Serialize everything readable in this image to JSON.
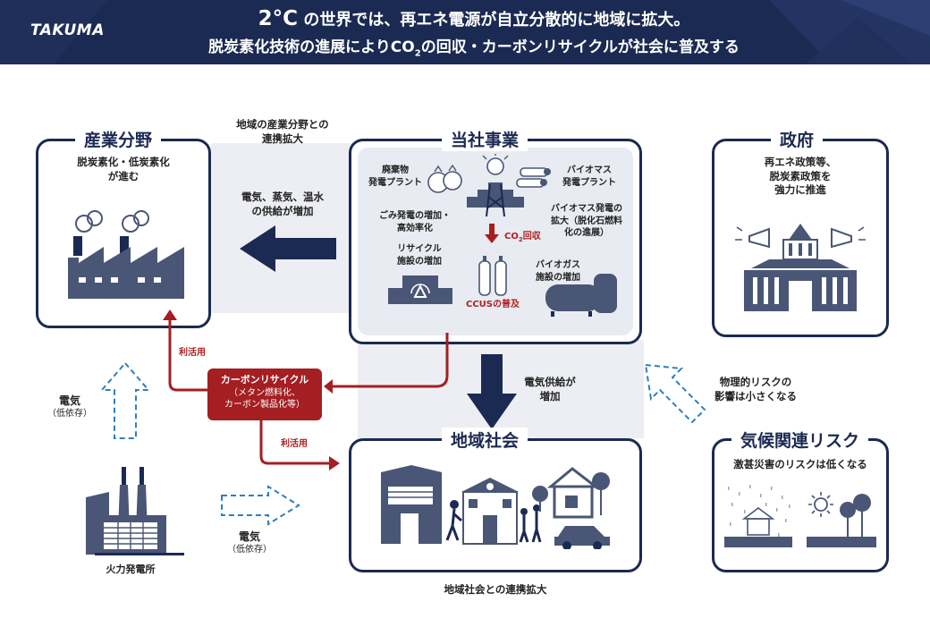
{
  "header": {
    "logo": "TAKUMA",
    "title_big": "2°C",
    "title_rest": " の世界では、再エネ電源が自立分散的に地域に拡大。",
    "subtitle_a": "脱炭素化技術の進展によりCO",
    "subtitle_sub": "2",
    "subtitle_b": "の回収・カーボンリサイクルが社会に普及する"
  },
  "industry": {
    "title": "産業分野",
    "desc_1": "脱炭素化・低炭素化",
    "desc_2": "が進む"
  },
  "link_top": {
    "line1": "地域の産業分野との",
    "line2": "連携拡大"
  },
  "supply_increase": {
    "line1": "電気、蒸気、温水",
    "line2": "の供給が増加"
  },
  "company": {
    "title": "当社事業",
    "waste_plant_1": "廃棄物",
    "waste_plant_2": "発電プラント",
    "biomass_plant_1": "バイオマス",
    "biomass_plant_2": "発電プラント",
    "waste_power_1": "ごみ発電の増加・",
    "waste_power_2": "高効率化",
    "biomass_expand_1": "バイオマス発電の",
    "biomass_expand_2": "拡大（脱化石燃料",
    "biomass_expand_3": "化の進展）",
    "co2_a": "CO",
    "co2_sub": "2",
    "co2_b": "回収",
    "recycle_1": "リサイクル",
    "recycle_2": "施設の増加",
    "biogas_1": "バイオガス",
    "biogas_2": "施設の増加",
    "ccus": "CCUSの普及"
  },
  "government": {
    "title": "政府",
    "desc_1": "再エネ政策等、",
    "desc_2": "脱炭素政策を",
    "desc_3": "強力に推進"
  },
  "carbon_recycle": {
    "line1": "カーボンリサイクル",
    "line2": "（メタン燃料化、",
    "line3": "カーボン製品化等）"
  },
  "reuse_1": "利活用",
  "reuse_2": "利活用",
  "electricity_left": {
    "line1": "電気",
    "line2": "（低依存）"
  },
  "electricity_bottom": {
    "line1": "電気",
    "line2": "（低依存）"
  },
  "thermal_plant": "火力発電所",
  "power_supply": {
    "line1": "電気供給が",
    "line2": "増加"
  },
  "physical_risk": {
    "line1": "物理的リスクの",
    "line2": "影響は小さくなる"
  },
  "community": {
    "title": "地域社会",
    "footer": "地域社会との連携拡大"
  },
  "climate": {
    "title": "気候関連リスク",
    "desc": "激甚災害のリスクは低くなる"
  },
  "colors": {
    "navy": "#1b2a52",
    "icon": "#4a5675",
    "panel": "#e8ebf1",
    "red": "#a41e22"
  }
}
